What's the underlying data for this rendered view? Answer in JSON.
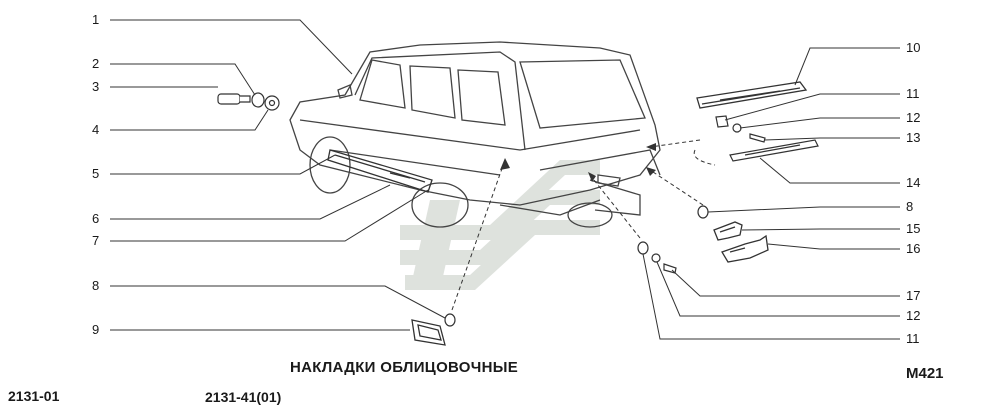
{
  "labels": [
    "1",
    "2",
    "3",
    "4",
    "5",
    "6",
    "7",
    "8",
    "9",
    "10",
    "11",
    "12",
    "13",
    "14",
    "8",
    "15",
    "16",
    "17",
    "12",
    "11"
  ],
  "title": "НАКЛАДКИ ОБЛИЦОВОЧНЫЕ",
  "diagram_code": "M421",
  "footer_left": "2131-01",
  "footer_center": "2131-41(01)"
}
